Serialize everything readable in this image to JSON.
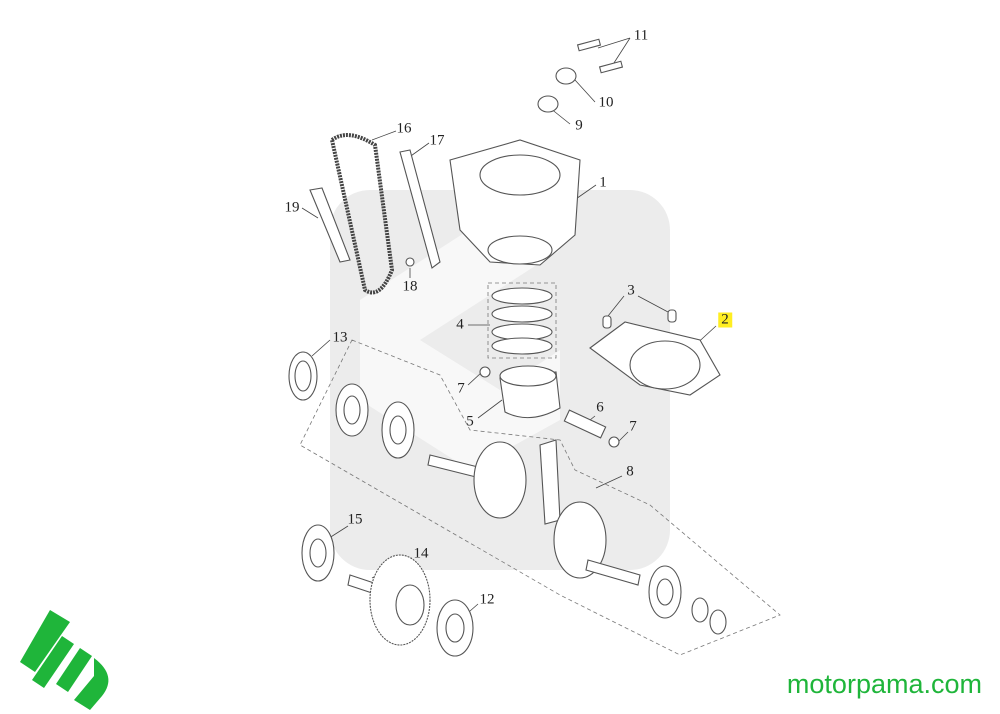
{
  "diagram": {
    "callouts": [
      {
        "id": "11",
        "label": "11"
      },
      {
        "id": "10",
        "label": "10"
      },
      {
        "id": "9",
        "label": "9"
      },
      {
        "id": "16",
        "label": "16"
      },
      {
        "id": "17",
        "label": "17"
      },
      {
        "id": "1",
        "label": "1"
      },
      {
        "id": "19",
        "label": "19"
      },
      {
        "id": "18",
        "label": "18"
      },
      {
        "id": "3",
        "label": "3"
      },
      {
        "id": "2",
        "label": "2",
        "highlighted": true
      },
      {
        "id": "4",
        "label": "4"
      },
      {
        "id": "13",
        "label": "13"
      },
      {
        "id": "7a",
        "label": "7"
      },
      {
        "id": "5",
        "label": "5"
      },
      {
        "id": "6",
        "label": "6"
      },
      {
        "id": "7b",
        "label": "7"
      },
      {
        "id": "8",
        "label": "8"
      },
      {
        "id": "15",
        "label": "15"
      },
      {
        "id": "14",
        "label": "14"
      },
      {
        "id": "12",
        "label": "12"
      }
    ],
    "highlight_color": "#ffee22"
  },
  "brand": {
    "logo_text": "mp",
    "site": "motorpama.com",
    "color": "#1fb53a"
  }
}
